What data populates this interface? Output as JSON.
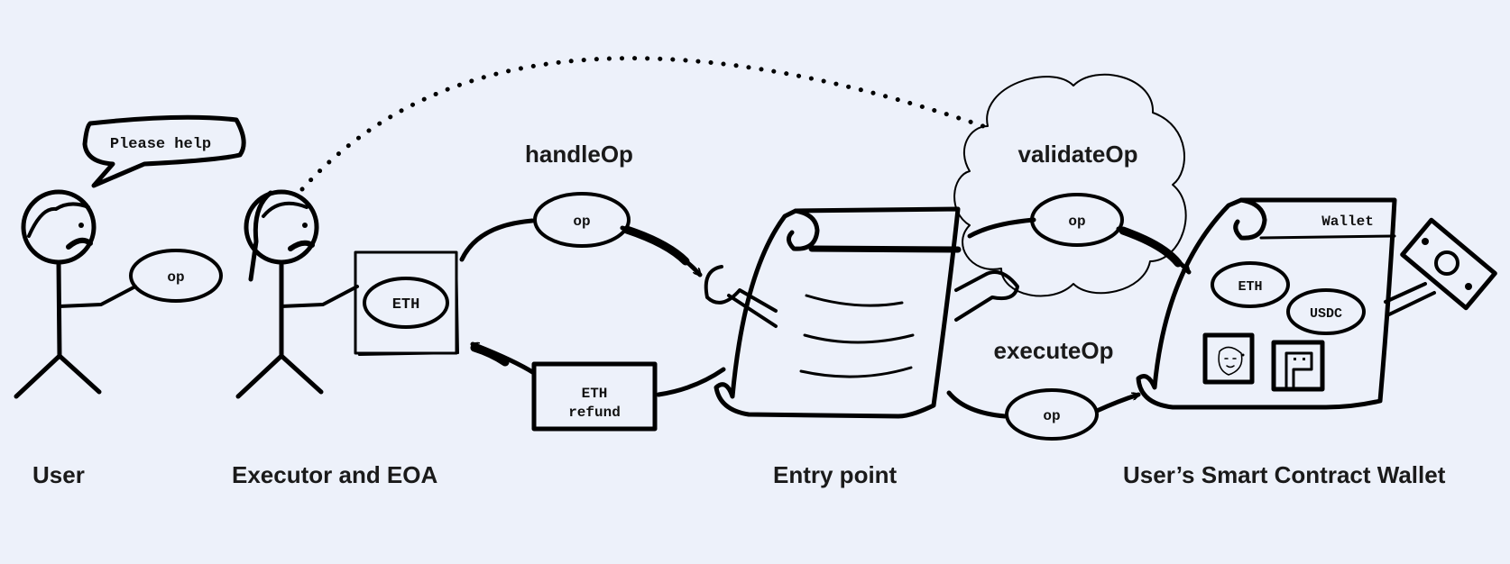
{
  "actors": {
    "user": "User",
    "executor": "Executor and EOA",
    "entry_point": "Entry point",
    "wallet": "User’s Smart Contract Wallet"
  },
  "speech_bubble": "Please help",
  "steps": {
    "handle_op": "handleOp",
    "validate_op": "validateOp",
    "execute_op": "executeOp"
  },
  "tokens": {
    "op": "op",
    "eth": "ETH",
    "eth_refund_line1": "ETH",
    "eth_refund_line2": "refund",
    "usdc": "USDC",
    "wallet_title": "Wallet"
  }
}
